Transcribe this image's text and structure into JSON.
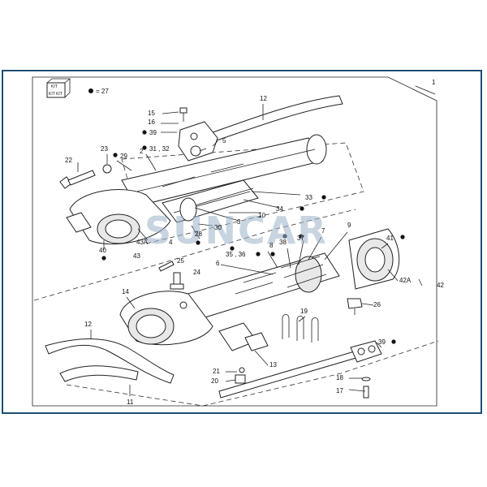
{
  "watermark": "SUNCAR",
  "colors": {
    "frame": "#1f4e74",
    "watermark": "#9cb2c8",
    "ink": "#111111"
  },
  "kit_box": {
    "top": "KIT",
    "bottom": "KIT KIT",
    "icon": "kit-box-icon"
  },
  "kit_note": "= 27",
  "labels": {
    "l1": "1",
    "l2": "2",
    "l3": "3",
    "l4": "4",
    "l5": "5",
    "l6": "6",
    "l7": "7",
    "l8": "8",
    "l9": "9",
    "l10": "10",
    "l11": "11",
    "l12a": "12",
    "l12b": "12",
    "l13": "13",
    "l14": "14",
    "l15": "15",
    "l16": "16",
    "l17": "17",
    "l18": "18",
    "l19": "19",
    "l20": "20",
    "l21": "21",
    "l22": "22",
    "l23": "23",
    "l24": "24",
    "l25": "25",
    "l26": "26",
    "l28": "28",
    "l29": "29",
    "l30": "30",
    "l31": "31 , 32",
    "l33": "33",
    "l34": "34",
    "l35": "35 , 36",
    "l37": "37",
    "l38": "38",
    "l39a": "39",
    "l39b": "39",
    "l40": "40",
    "l41": "41",
    "l42": "42",
    "l42a": "42A",
    "l43": "43",
    "l43a": "43A"
  }
}
